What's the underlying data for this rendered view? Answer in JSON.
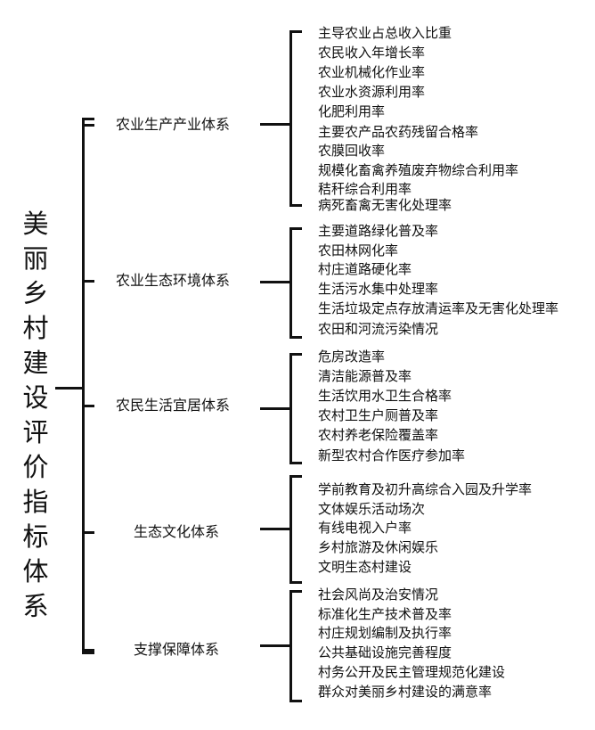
{
  "title": "美丽乡村建设评价指标体系",
  "categories": [
    {
      "label": "农业生产产业体系",
      "items": [
        "主导农业占总收入比重",
        "农民收入年增长率",
        "农业机械化作业率",
        "农业水资源利用率",
        "化肥利用率",
        "主要农产品农药残留合格率",
        "农膜回收率",
        "规模化畜禽养殖废弃物综合利用率",
        "秸秆综合利用率",
        "病死畜禽无害化处理率"
      ]
    },
    {
      "label": "农业生态环境体系",
      "items": [
        "主要道路绿化普及率",
        "农田林网化率",
        "村庄道路硬化率",
        "生活污水集中处理率",
        "生活垃圾定点存放清运率及无害化处理率",
        "农田和河流污染情况"
      ]
    },
    {
      "label": "农民生活宜居体系",
      "items": [
        "危房改造率",
        "清洁能源普及率",
        "生活饮用水卫生合格率",
        "农村卫生户厕普及率",
        "农村养老保险覆盖率",
        "新型农村合作医疗参加率"
      ]
    },
    {
      "label": "生态文化体系",
      "items": [
        "学前教育及初升高综合入园及升学率",
        "文体娱乐活动场次",
        "有线电视入户率",
        "乡村旅游及休闲娱乐",
        "文明生态村建设"
      ]
    },
    {
      "label": "支撑保障体系",
      "items": [
        "社会风尚及治安情况",
        "标准化生产技术普及率",
        "村庄规划编制及执行率",
        "公共基础设施完善程度",
        "村务公开及民主管理规范化建设",
        "群众对美丽乡村建设的满意率"
      ]
    }
  ]
}
